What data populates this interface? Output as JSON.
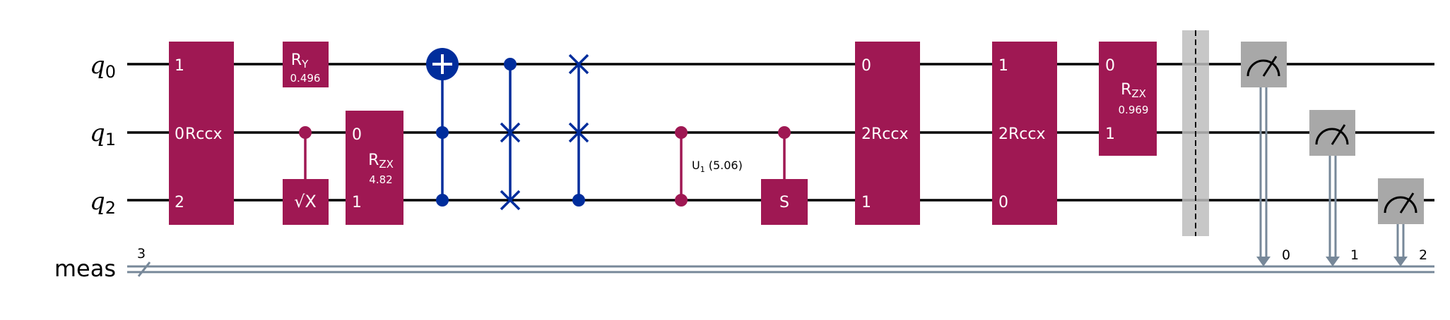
{
  "circuit": {
    "wires": [
      {
        "name": "q",
        "sub": "0"
      },
      {
        "name": "q",
        "sub": "1"
      },
      {
        "name": "q",
        "sub": "2"
      }
    ],
    "classical": {
      "name": "meas",
      "count": "3"
    },
    "colors": {
      "wire": "#000000",
      "classical": "#778899",
      "gate_magenta": "#9f1853",
      "gate_blue": "#002d9c",
      "measure": "#a8a8a8",
      "barrier": "#bdbdbd",
      "text_light": "#ffffff",
      "text_dark": "#000000"
    },
    "rccx_1": {
      "name": "Rccx",
      "pin_top": "1",
      "pin_mid": "0",
      "pin_bot": "2"
    },
    "ry": {
      "name": "R",
      "sub": "Y",
      "param": "0.496"
    },
    "csx": {
      "name": "√X"
    },
    "rzx_1": {
      "name": "R",
      "sub": "ZX",
      "param": "4.82",
      "pin_top": "0",
      "pin_bot": "1"
    },
    "cu1": {
      "name": "U",
      "sub": "1",
      "param": "(5.06)"
    },
    "cs": {
      "name": "S"
    },
    "rccx_2": {
      "name": "Rccx",
      "pin_top": "0",
      "pin_mid": "2",
      "pin_bot": "1"
    },
    "rccx_3": {
      "name": "Rccx",
      "pin_top": "1",
      "pin_mid": "2",
      "pin_bot": "0"
    },
    "rzx_2": {
      "name": "R",
      "sub": "ZX",
      "param": "0.969",
      "pin_top": "0",
      "pin_bot": "1"
    },
    "measures": [
      {
        "bit": "0"
      },
      {
        "bit": "1"
      },
      {
        "bit": "2"
      }
    ]
  }
}
